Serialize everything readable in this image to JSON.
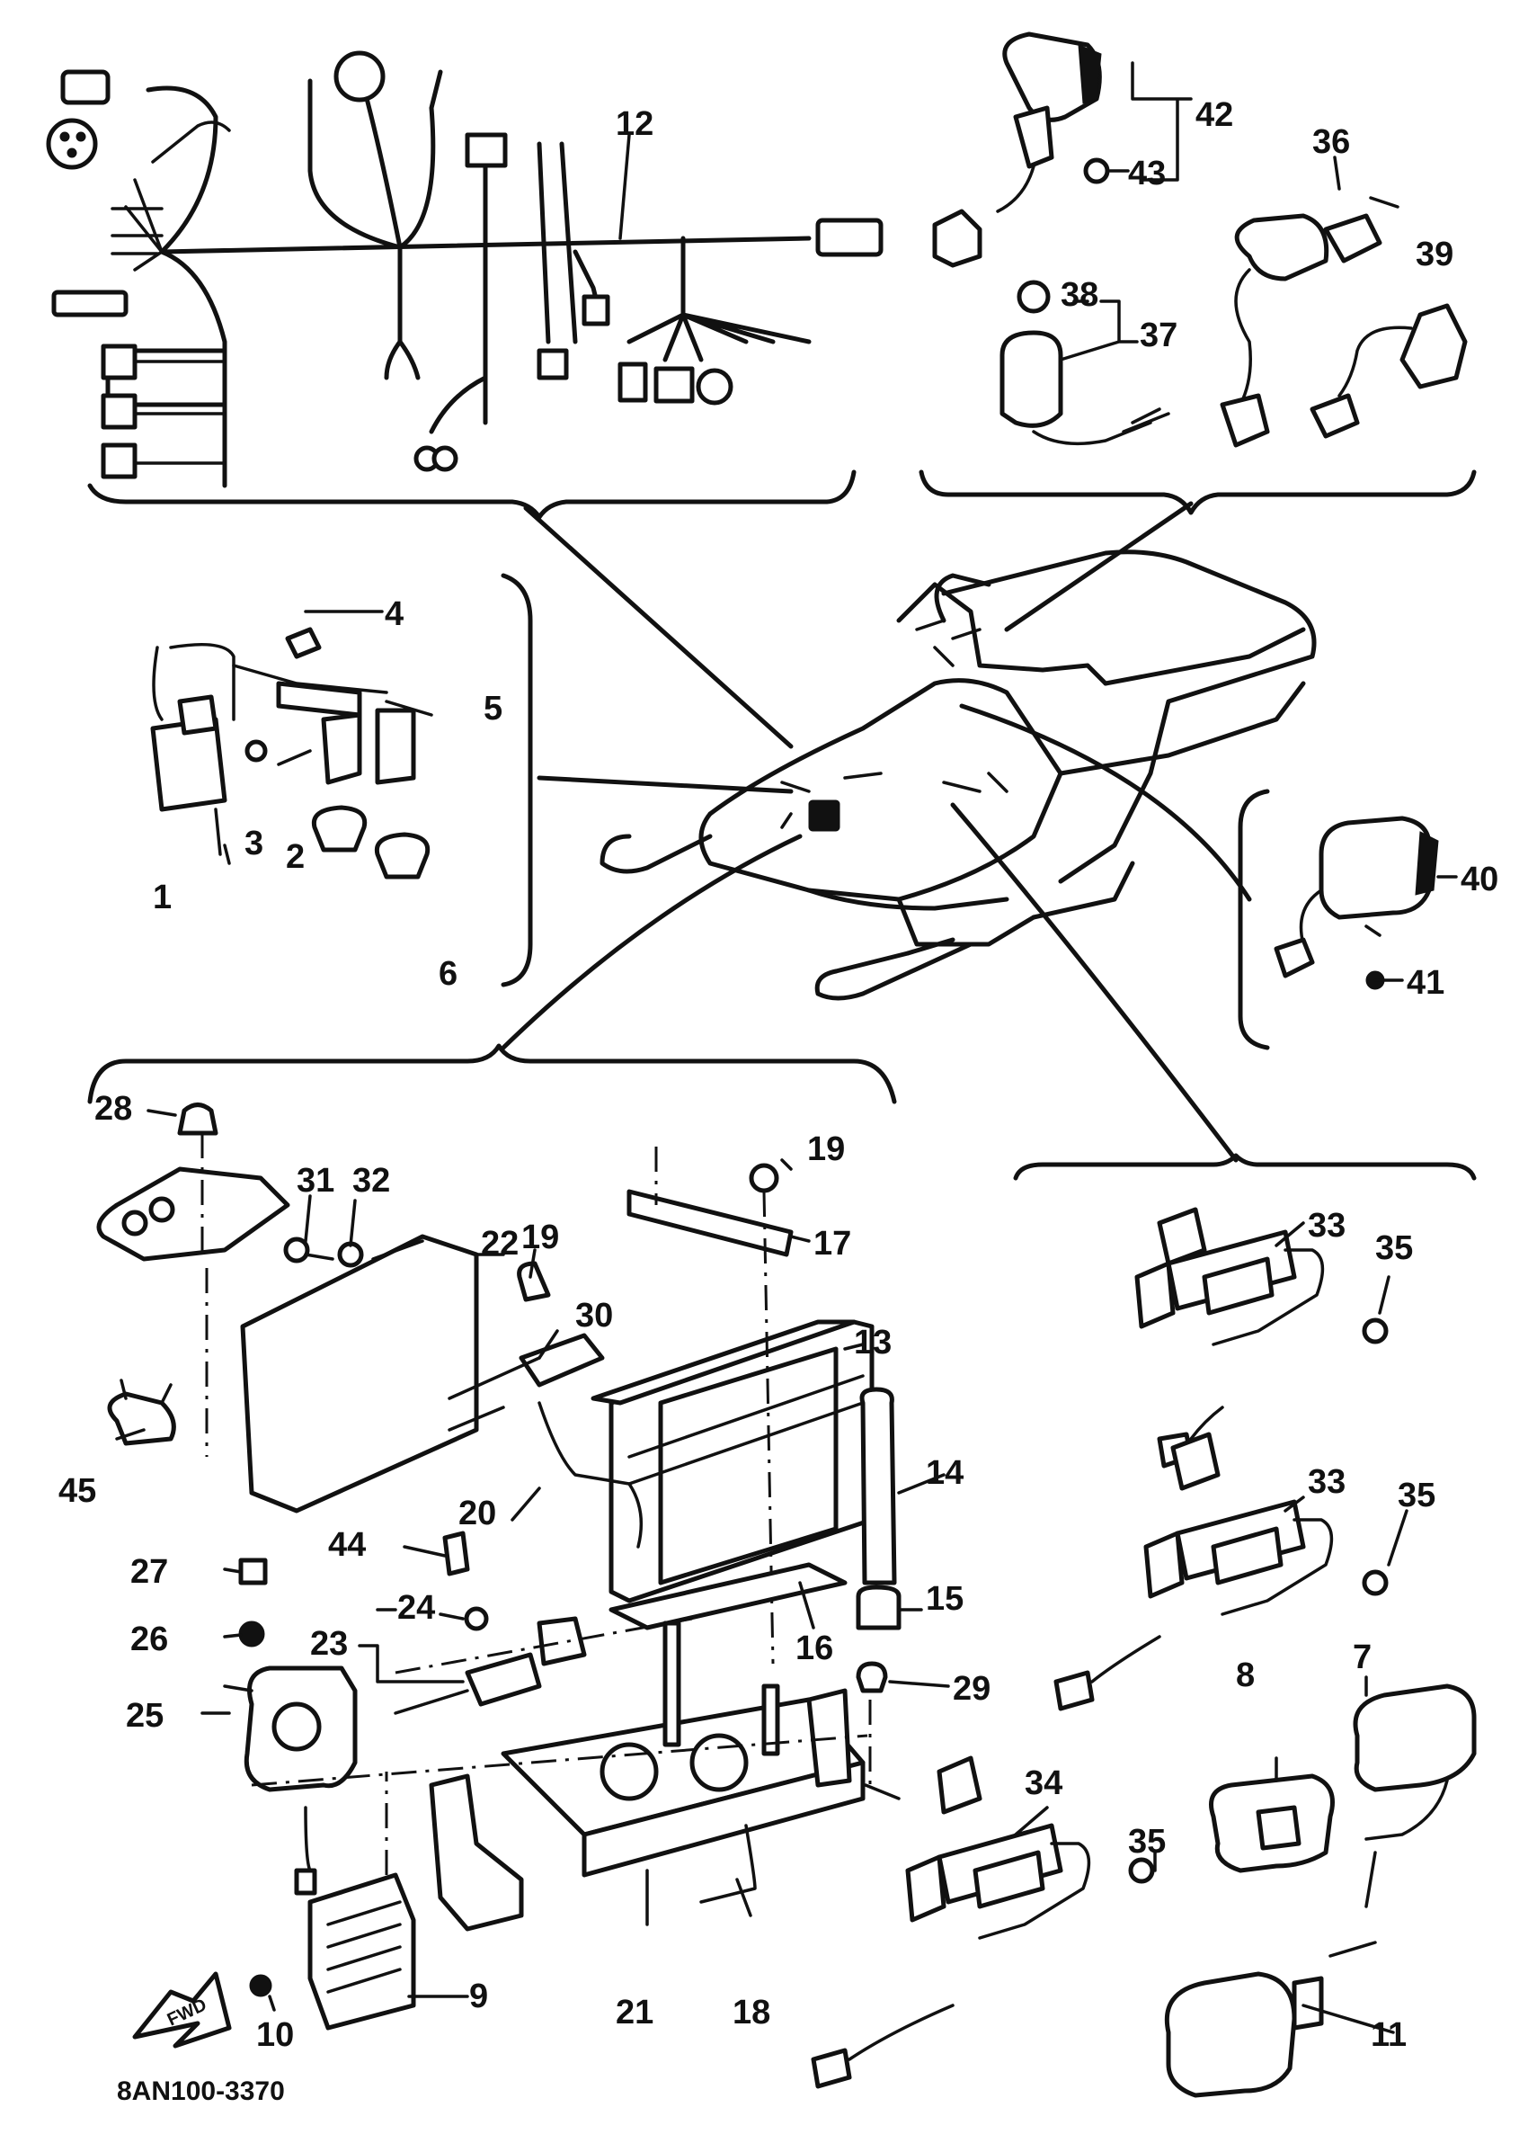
{
  "diagram": {
    "drawing_number": "8AN100-3370",
    "front_marker": "FWD",
    "callouts": [
      "1",
      "2",
      "3",
      "4",
      "5",
      "6",
      "7",
      "8",
      "9",
      "10",
      "11",
      "12",
      "13",
      "14",
      "15",
      "16",
      "17",
      "18",
      "19",
      "20",
      "21",
      "22",
      "23",
      "24",
      "25",
      "26",
      "27",
      "28",
      "29",
      "30",
      "31",
      "32",
      "33",
      "34",
      "35",
      "36",
      "37",
      "38",
      "39",
      "40",
      "41",
      "42",
      "43",
      "44",
      "45"
    ]
  }
}
